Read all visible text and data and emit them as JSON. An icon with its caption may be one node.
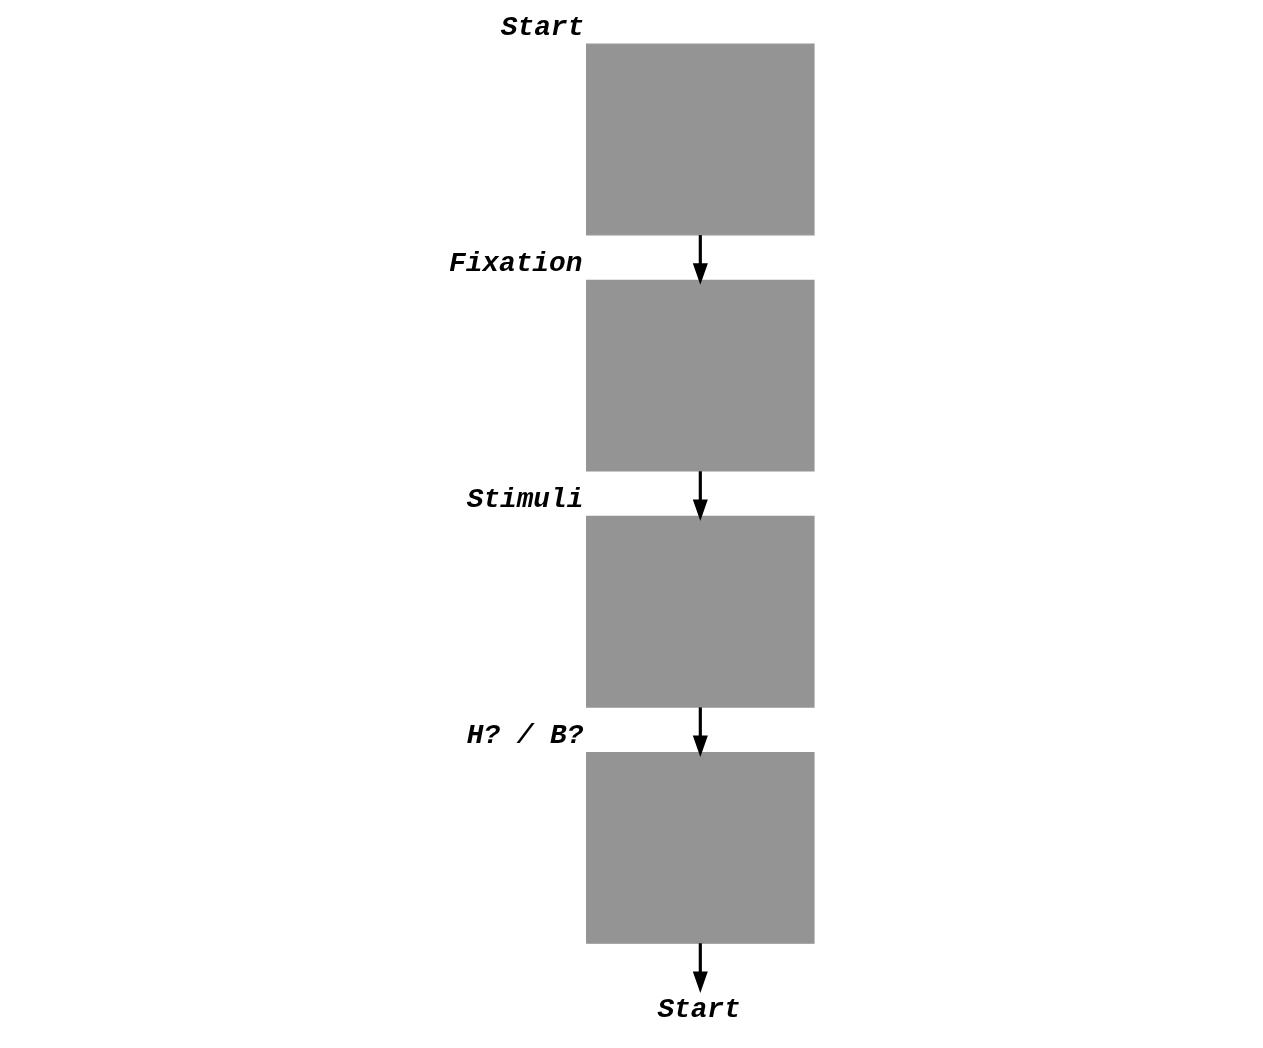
{
  "diagram": {
    "nodes": [
      {
        "text": [],
        "shape": "box",
        "beside": [
          "Start"
        ]
      },
      {
        "text": [],
        "shape": "box",
        "beside": [
          "Fixation"
        ]
      },
      {
        "text": [],
        "shape": "box",
        "beside": [
          "Stimuli"
        ]
      },
      {
        "text": [],
        "shape": "box",
        "beside": [
          "H? / B?"
        ]
      },
      {
        "text": [
          "Start"
        ]
      }
    ],
    "edges": [
      {
        "from": 0,
        "to": 1,
        "arrow": "to"
      },
      {
        "from": 1,
        "to": 2,
        "arrow": "to"
      },
      {
        "from": 2,
        "to": 3,
        "arrow": "to"
      },
      {
        "from": 3,
        "to": 4,
        "arrow": "to"
      }
    ]
  }
}
